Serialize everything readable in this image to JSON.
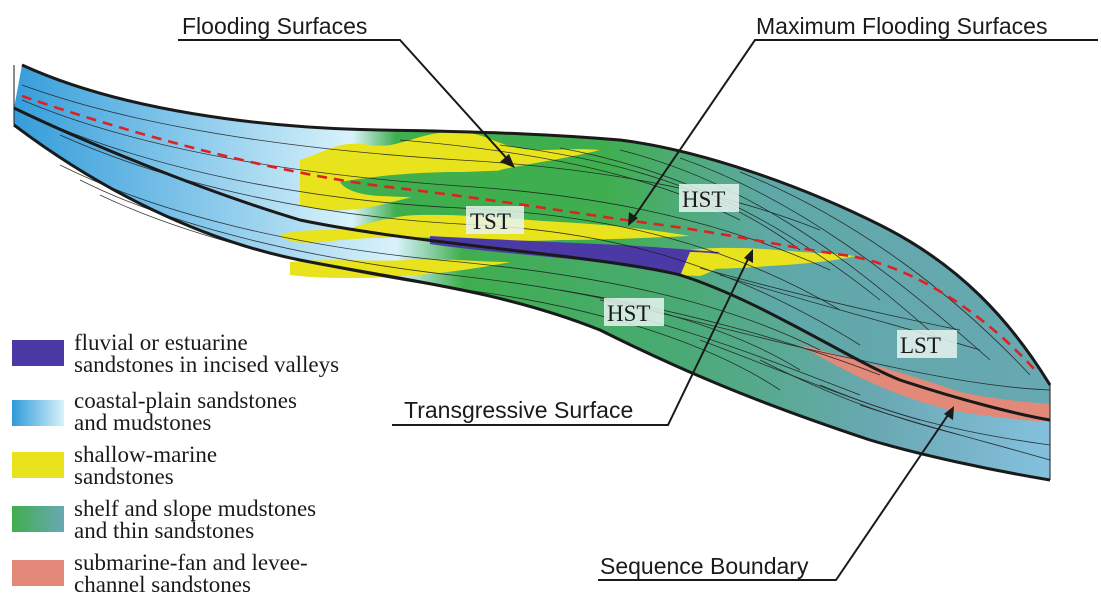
{
  "labels": {
    "flooding_surfaces": "Flooding Surfaces",
    "maximum_flooding_surfaces": "Maximum Flooding Surfaces",
    "transgressive_surface": "Transgressive Surface",
    "sequence_boundary": "Sequence Boundary",
    "tst": "TST",
    "hst_upper": "HST",
    "hst_lower": "HST",
    "lst": "LST"
  },
  "legend": [
    {
      "key": "fluvial",
      "line1": "fluvial or estuarine",
      "line2": "sandstones in incised valleys"
    },
    {
      "key": "coastal",
      "line1": "coastal-plain sandstones",
      "line2": "and mudstones"
    },
    {
      "key": "shallow",
      "line1": "shallow-marine",
      "line2": "sandstones"
    },
    {
      "key": "shelf",
      "line1": "shelf and slope mudstones",
      "line2": "and thin sandstones"
    },
    {
      "key": "fan",
      "line1": "submarine-fan and levee-",
      "line2": "channel sandstones"
    }
  ],
  "colors": {
    "fluvial": "#4b3aa6",
    "coastal_dark": "#2f9ad9",
    "coastal_light": "#d8f2fb",
    "shallow": "#e8e31c",
    "shelf_green": "#3fae4e",
    "shelf_teal": "#6aa8b4",
    "fan": "#e2897a",
    "mfs_dashed": "#e02020"
  }
}
